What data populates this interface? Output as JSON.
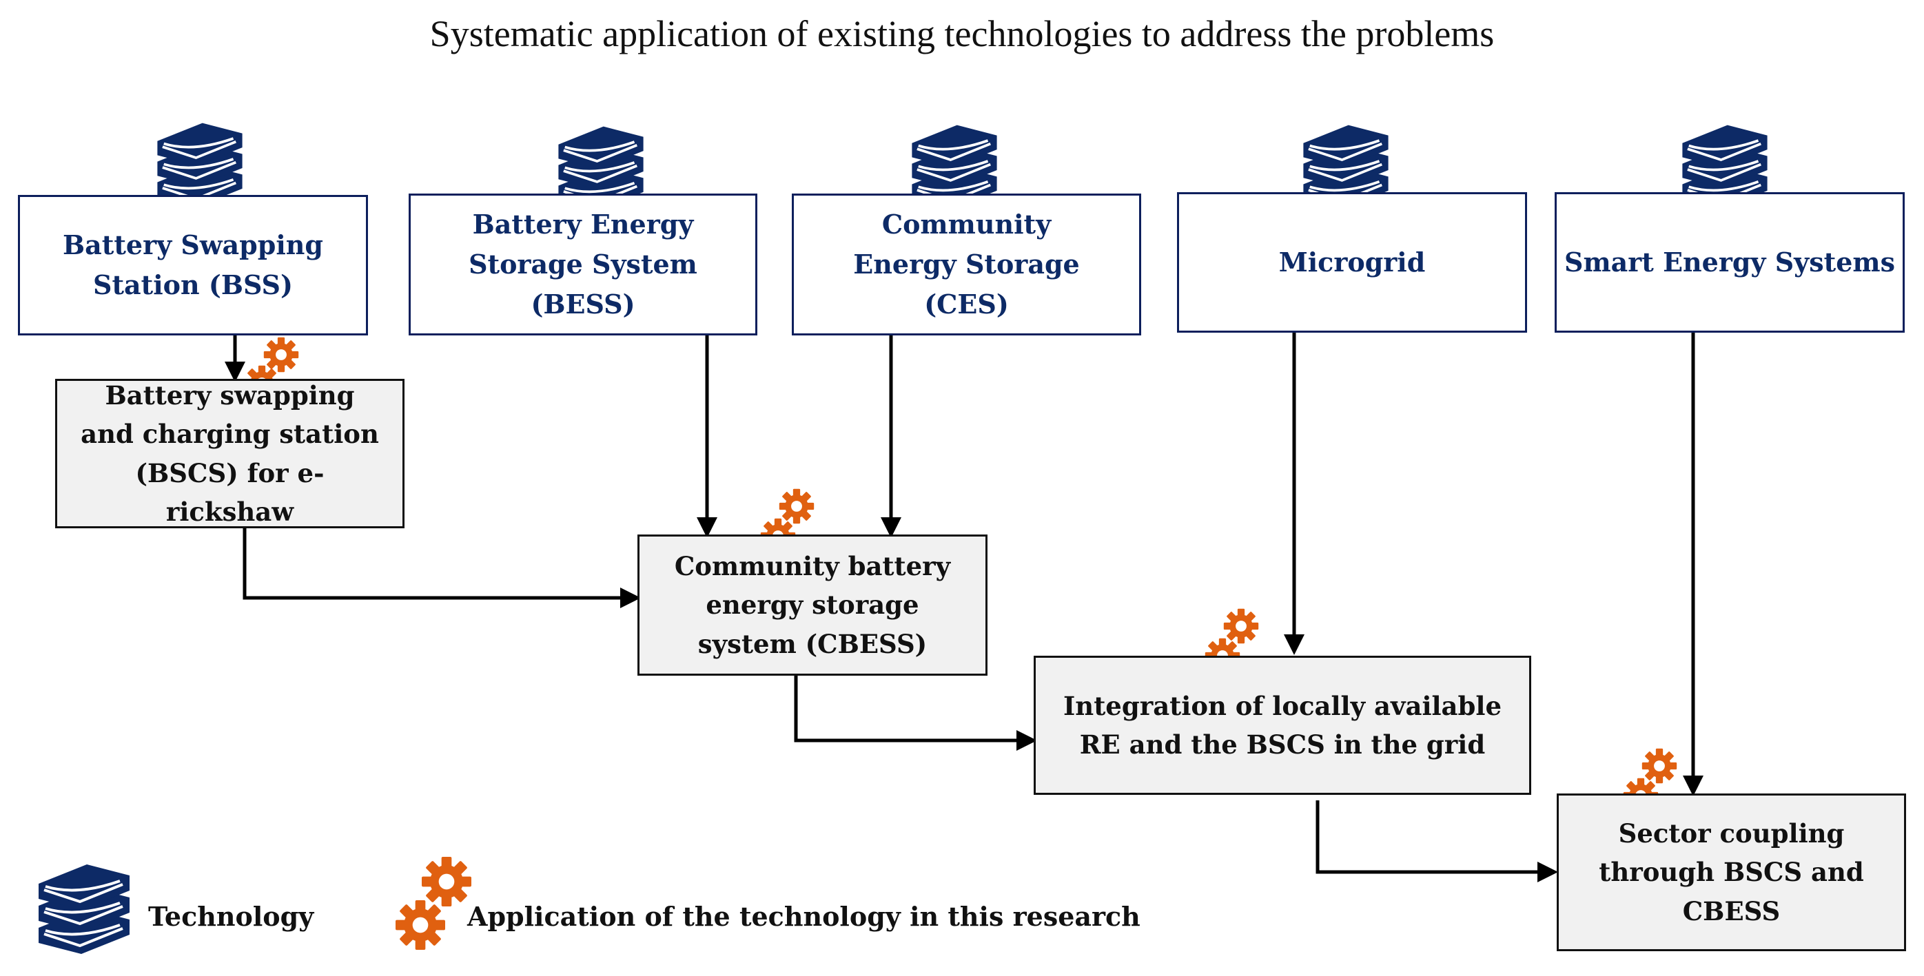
{
  "title": "Systematic application of existing technologies to address the problems",
  "technologies": [
    {
      "id": "bss",
      "label": "Battery Swapping Station (BSS)"
    },
    {
      "id": "bess",
      "label": "Battery Energy Storage System (BESS)"
    },
    {
      "id": "ces",
      "label": "Community Energy Storage (CES)"
    },
    {
      "id": "microgrid",
      "label": "Microgrid"
    },
    {
      "id": "ses",
      "label": "Smart Energy Systems"
    }
  ],
  "applications": [
    {
      "id": "bscs",
      "label": "Battery swapping and charging station (BSCS) for e-rickshaw"
    },
    {
      "id": "cbess",
      "label": "Community battery energy storage system (CBESS)"
    },
    {
      "id": "integration",
      "label": "Integration of locally available RE and the BSCS in the grid"
    },
    {
      "id": "sector",
      "label": "Sector coupling through BSCS and CBESS"
    }
  ],
  "legend": {
    "technology": "Technology",
    "application": "Application of the technology in this research"
  },
  "colors": {
    "technology": "#0d2a66",
    "gear": "#e06010",
    "application_fill": "#f1f1f1"
  },
  "icons": {
    "technology": "books-icon",
    "application": "gears-icon"
  }
}
